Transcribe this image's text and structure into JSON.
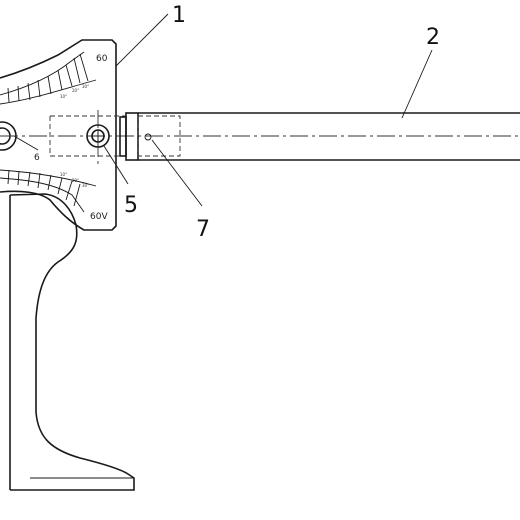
{
  "callouts": {
    "label_1": "1",
    "label_2": "2",
    "label_5": "5",
    "label_7": "7"
  },
  "scale_marks": {
    "upper_angle": "60",
    "lower_angle": "60V",
    "center_mark": "6"
  }
}
